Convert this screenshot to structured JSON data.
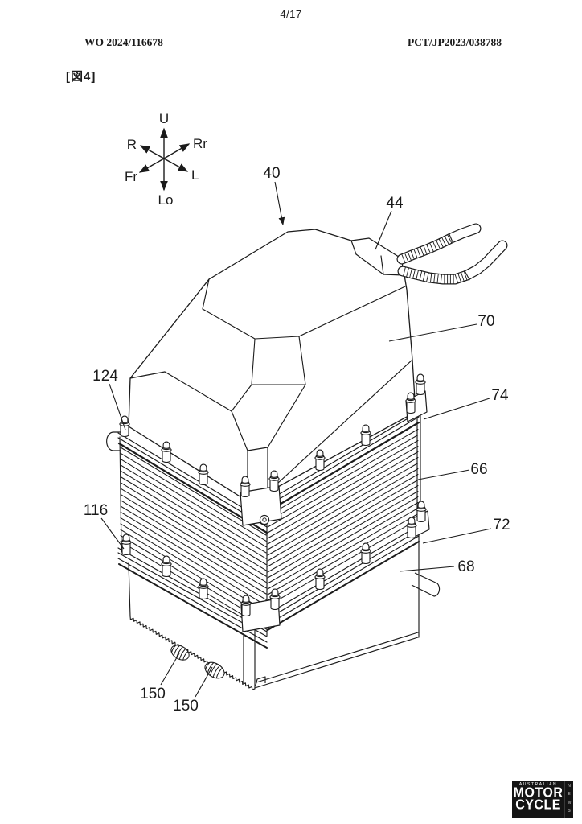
{
  "header": {
    "page_number": "4/17",
    "doc_left": "WO 2024/116678",
    "doc_right": "PCT/JP2023/038788",
    "figure_tag": "[図4]"
  },
  "compass": {
    "up": "U",
    "down": "Lo",
    "upper_left": "R",
    "upper_right": "Rr",
    "lower_left": "Fr",
    "lower_right": "L"
  },
  "ref_labels": {
    "n40": "40",
    "n44": "44",
    "n70": "70",
    "n124": "124",
    "n74": "74",
    "n66": "66",
    "n116": "116",
    "n72": "72",
    "n68": "68",
    "n150a": "150",
    "n150b": "150"
  },
  "logo": {
    "top": "AUSTRALIAN",
    "line1": "MOTOR",
    "line2": "CYCLE",
    "side": "NEWS"
  },
  "colors": {
    "line": "#1b1b1b",
    "paper": "#ffffff",
    "logo_bg": "#141414",
    "logo_text": "#ffffff"
  }
}
